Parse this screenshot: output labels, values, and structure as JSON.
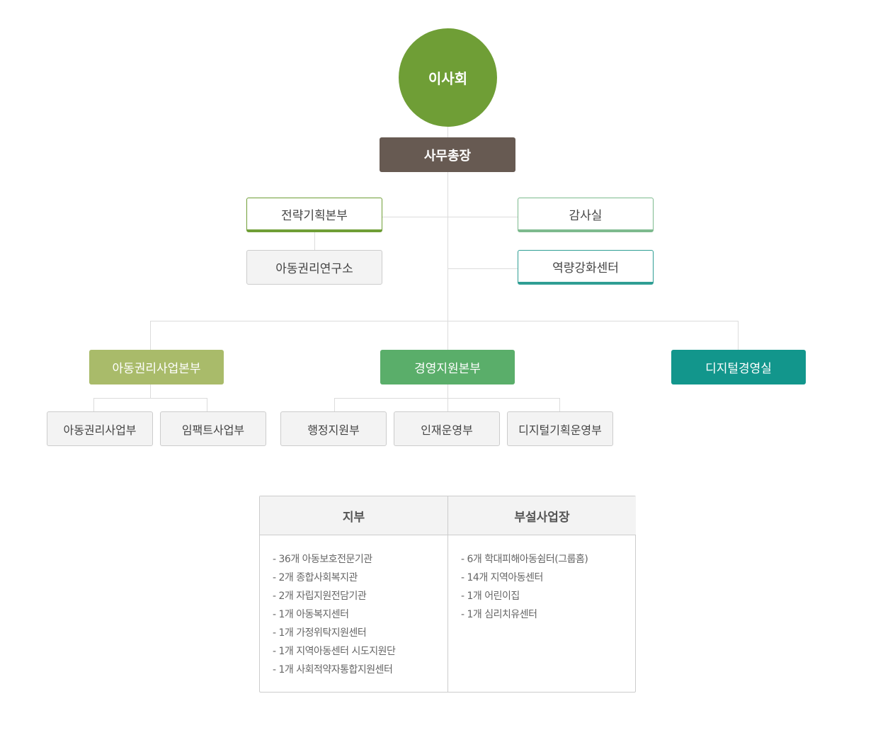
{
  "board": "이사회",
  "secretary_general": "사무총장",
  "strategy": "전략기획본부",
  "research": "아동권리연구소",
  "audit": "감사실",
  "capacity": "역량강화센터",
  "divisions": [
    {
      "label": "아동권리사업본부",
      "color": "#a9bb6a",
      "subs": [
        "아동권리사업부",
        "임팩트사업부"
      ]
    },
    {
      "label": "경영지원본부",
      "color": "#5aae6a",
      "subs": [
        "행정지원부",
        "인재운영부",
        "디지털기획운영부"
      ]
    },
    {
      "label": "디지털경영실",
      "color": "#12968c",
      "subs": []
    }
  ],
  "table": {
    "headers": [
      "지부",
      "부설사업장"
    ],
    "branches": [
      "- 36개 아동보호전문기관",
      "- 2개 종합사회복지관",
      "- 2개 자립지원전담기관",
      "- 1개 아동복지센터",
      "- 1개 가정위탁지원센터",
      "- 1개 지역아동센터 시도지원단",
      "- 1개 사회적약자통합지원센터"
    ],
    "facilities": [
      "- 6개 학대피해아동쉼터(그룹홈)",
      "- 14개 지역아동센터",
      "- 1개 어린이집",
      "- 1개 심리치유센터"
    ]
  }
}
